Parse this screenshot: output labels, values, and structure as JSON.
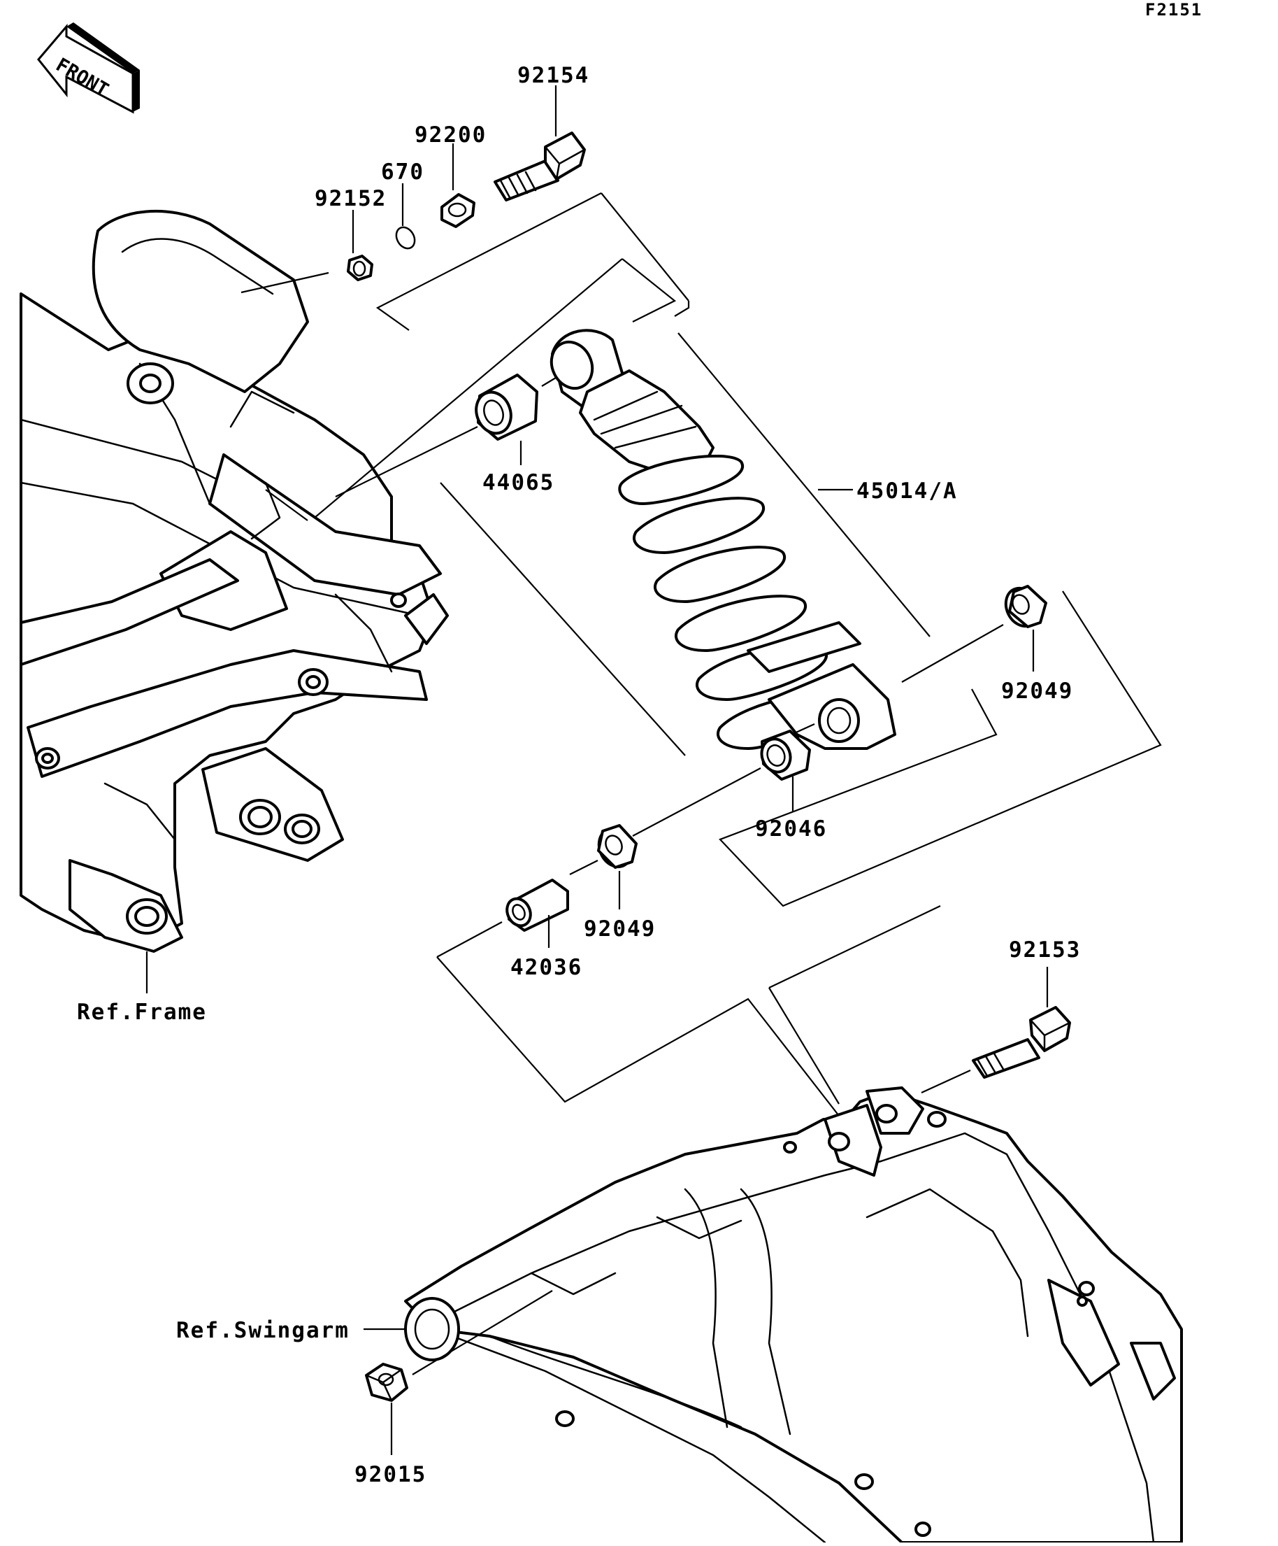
{
  "figure_id": "F2151",
  "front_label": "FRONT",
  "parts": {
    "p92154": "92154",
    "p92200": "92200",
    "p670": "670",
    "p92152": "92152",
    "p44065": "44065",
    "p45014A": "45014/A",
    "p92049_right": "92049",
    "p92046": "92046",
    "p92049_lower": "92049",
    "p42036": "42036",
    "p92153": "92153",
    "p92015": "92015"
  },
  "refs": {
    "frame": "Ref.Frame",
    "swingarm": "Ref.Swingarm"
  }
}
